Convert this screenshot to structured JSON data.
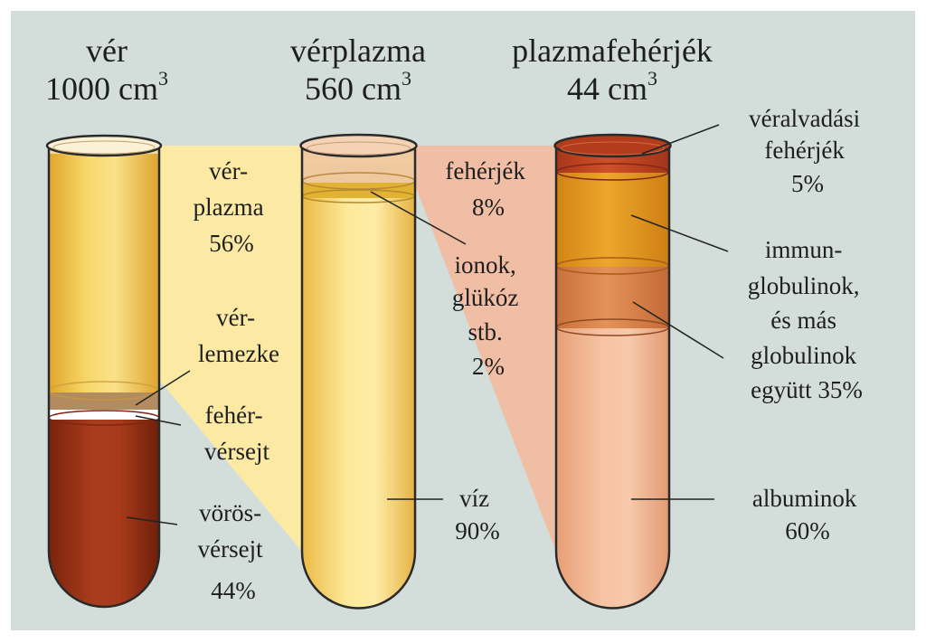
{
  "tubes": [
    {
      "title": "vér",
      "volume": "1000 cm",
      "exp": "3"
    },
    {
      "title": "vérplazma",
      "volume": "560 cm",
      "exp": "3"
    },
    {
      "title": "plazmafehérjék",
      "volume": "44 cm",
      "exp": "3"
    }
  ],
  "blood": {
    "plasma": [
      "vér-",
      "plazma",
      "56%"
    ],
    "platelets": [
      "vér-",
      "lemezke"
    ],
    "wbc": [
      "fehér-",
      "vérsejt"
    ],
    "rbc": [
      "vörös-",
      "vérsejt",
      "44%"
    ]
  },
  "plasma": {
    "proteins": [
      "fehérjék",
      "8%"
    ],
    "ions": [
      "ionok,",
      "glükóz",
      "stb.",
      "2%"
    ],
    "water": [
      "víz",
      "90%"
    ]
  },
  "proteins": {
    "clotting": [
      "véralvadási",
      "fehérjék",
      "5%"
    ],
    "globulins": [
      "immun-",
      "globulinok,",
      "és más",
      "globulinok",
      "együtt 35%"
    ],
    "albumins": [
      "albuminok",
      "60%"
    ]
  },
  "colors": {
    "background": "#d3dedb",
    "plasma_yellow": "#f5cf5e",
    "rbc_red": "#9c3317",
    "protein_peach": "#f2b594",
    "funnel_yellow": "#fbe9a4",
    "funnel_peach": "#f0bea4"
  }
}
